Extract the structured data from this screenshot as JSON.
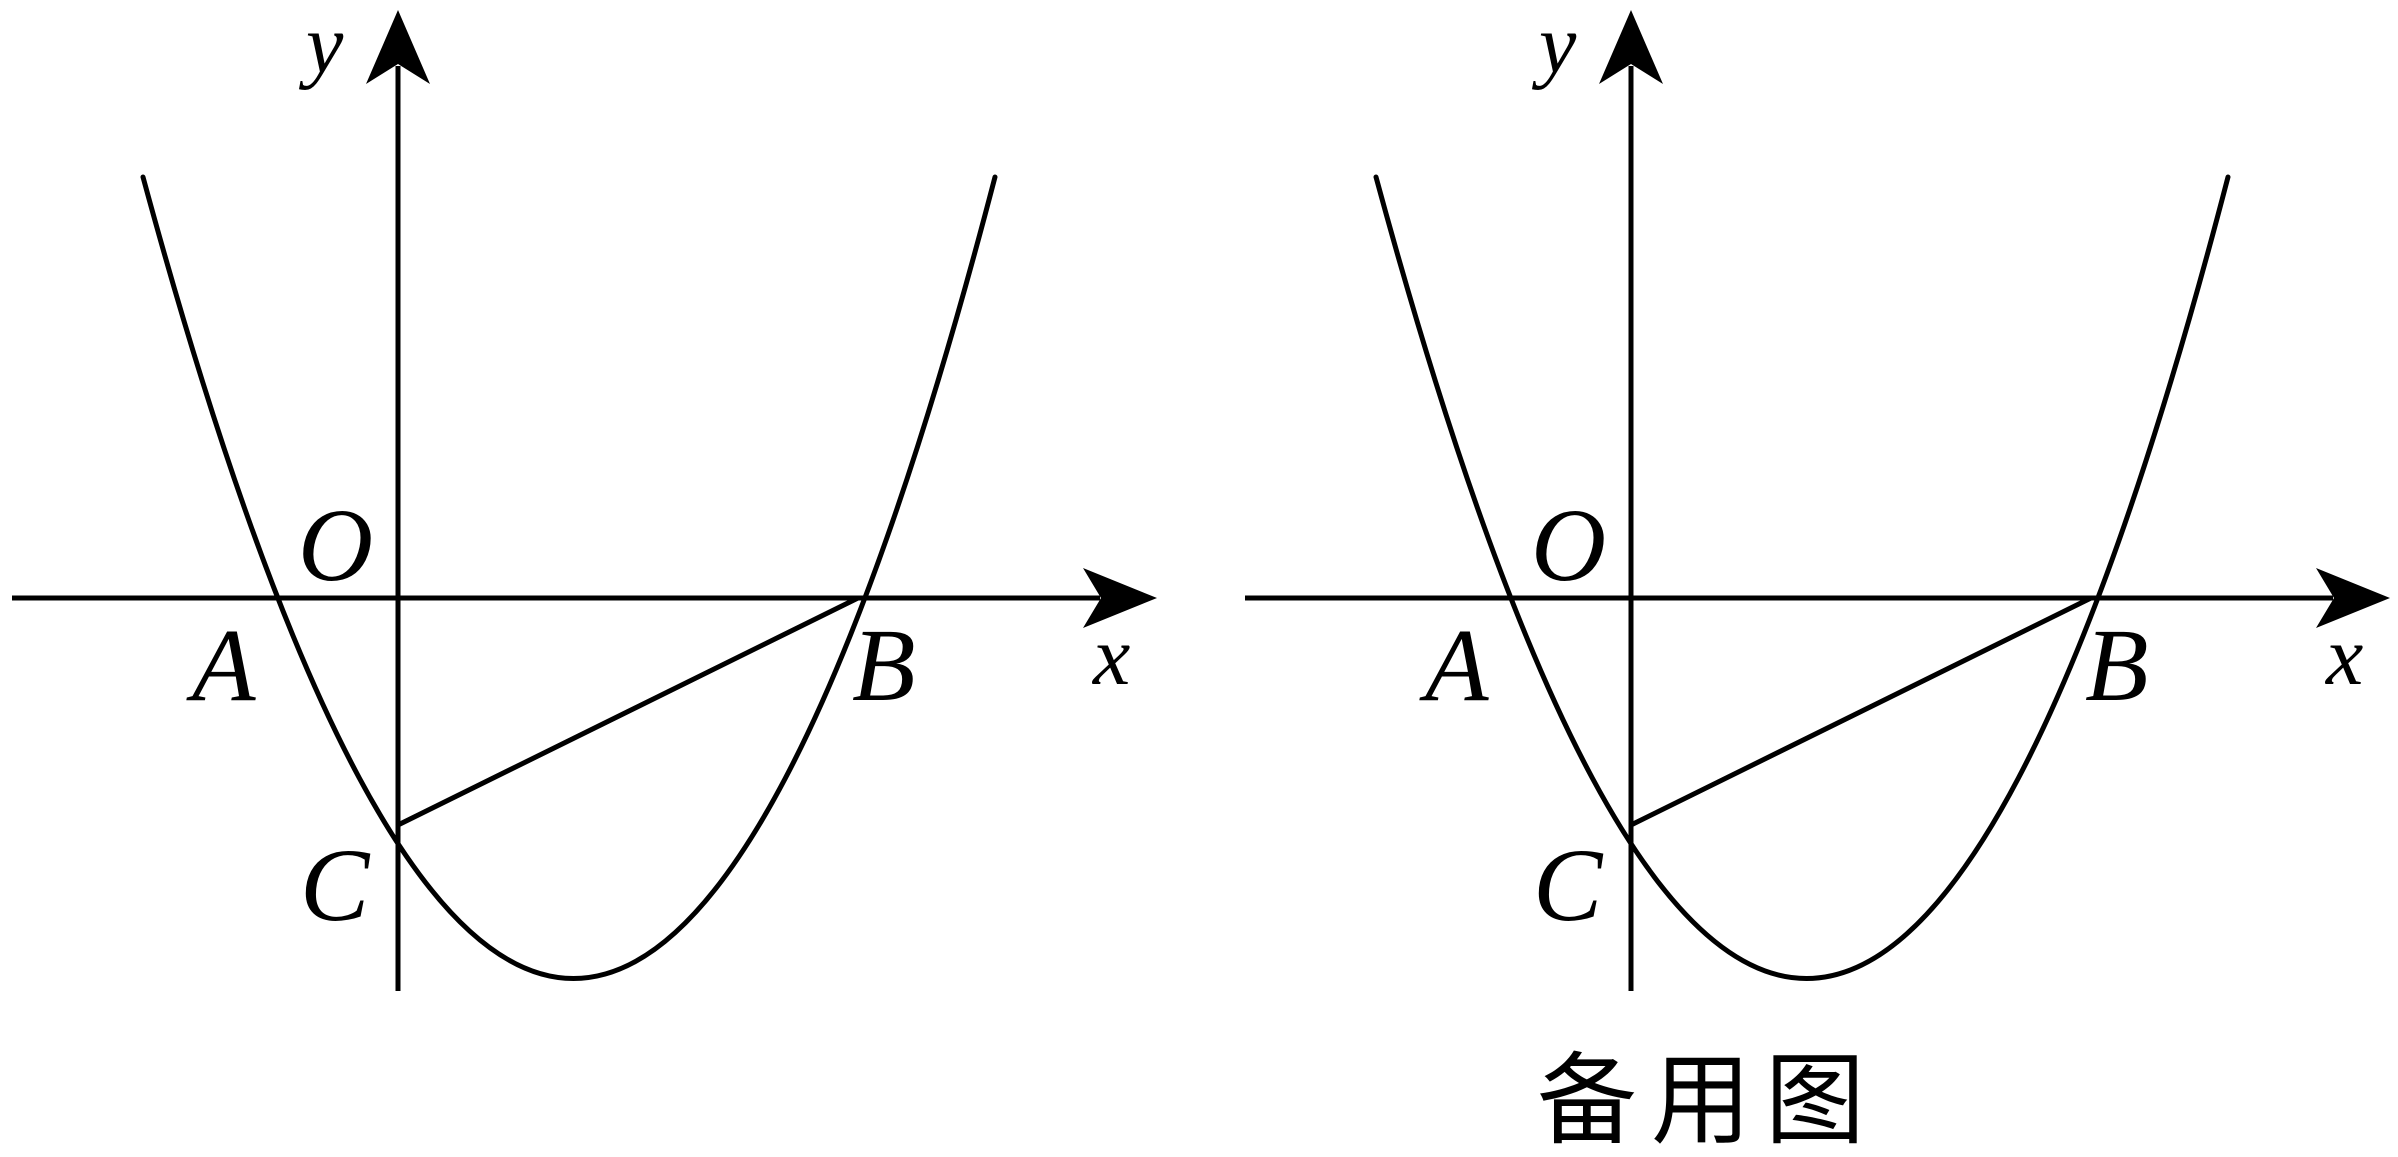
{
  "colors": {
    "ink": "#000000",
    "background": "#ffffff"
  },
  "panels": [
    {
      "id": "main",
      "labels": {
        "y_axis": "y",
        "x_axis": "x",
        "origin": "O",
        "point_a": "A",
        "point_b": "B",
        "point_c": "C"
      },
      "caption": ""
    },
    {
      "id": "backup",
      "labels": {
        "y_axis": "y",
        "x_axis": "x",
        "origin": "O",
        "point_a": "A",
        "point_b": "B",
        "point_c": "C"
      },
      "caption": "备用图"
    }
  ]
}
